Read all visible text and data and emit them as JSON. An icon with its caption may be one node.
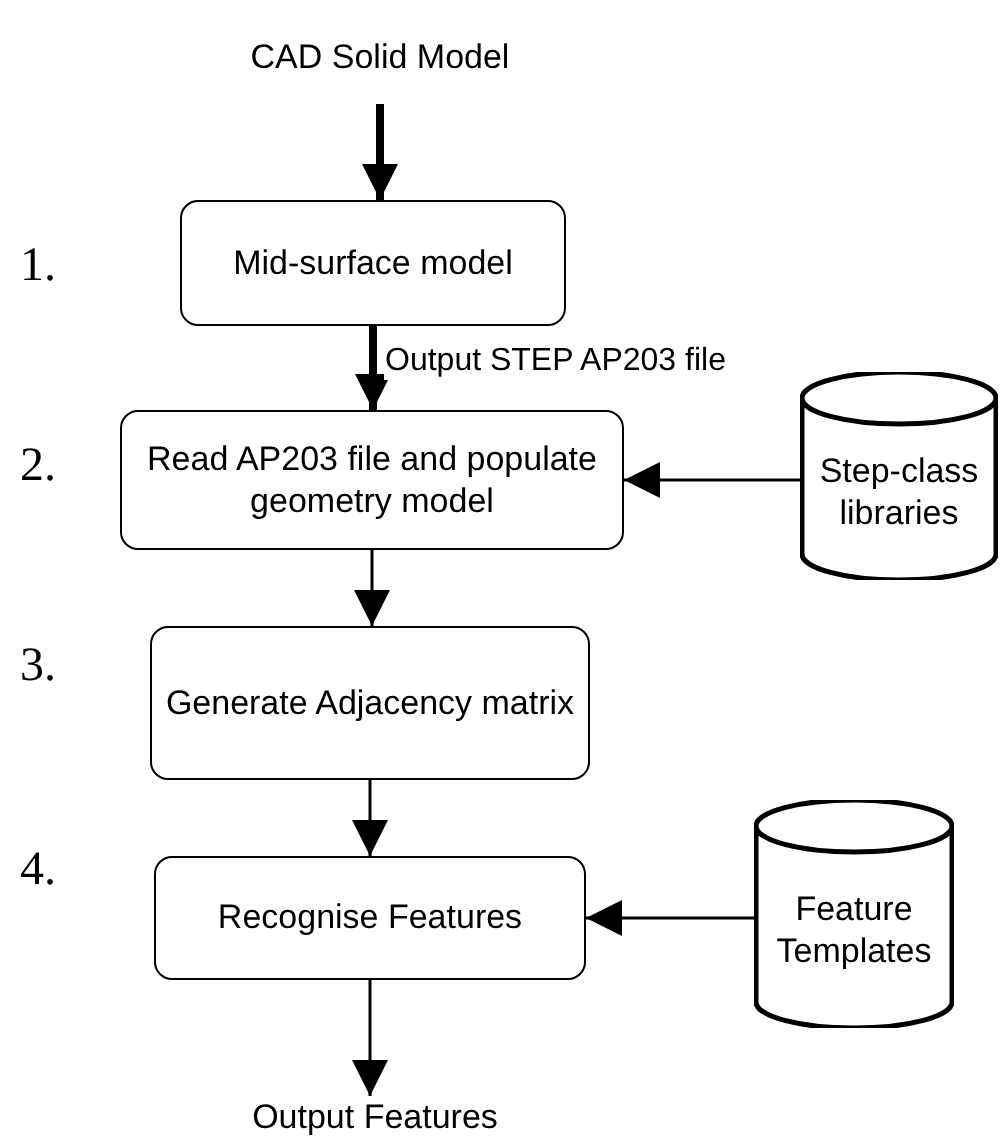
{
  "diagram": {
    "nodes": [
      {
        "text": [
          "CAD Solid Model"
        ]
      },
      {
        "text": [
          "Mid-surface model"
        ],
        "beside": [
          "1."
        ]
      },
      {
        "text": [
          "Read AP203 file and populate geometry model"
        ],
        "beside": [
          "2."
        ]
      },
      {
        "text": [
          "Step-class libraries"
        ]
      },
      {
        "text": [
          "Generate Adjacency matrix"
        ],
        "beside": [
          "3."
        ]
      },
      {
        "text": [
          "Recognise Features"
        ],
        "beside": [
          "4."
        ]
      },
      {
        "text": [
          "Feature Templates"
        ]
      },
      {
        "text": [
          "Output Features"
        ]
      }
    ],
    "edges": [
      {
        "from": 0,
        "to": 1,
        "arrow": "to",
        "style": "thick"
      },
      {
        "from": 1,
        "to": 2,
        "arrow": "to",
        "style": "thick",
        "label": "Output STEP AP203 file"
      },
      {
        "from": 3,
        "to": 2,
        "arrow": "to"
      },
      {
        "from": 2,
        "to": 4,
        "arrow": "to"
      },
      {
        "from": 4,
        "to": 5,
        "arrow": "to"
      },
      {
        "from": 6,
        "to": 5,
        "arrow": "to"
      },
      {
        "from": 5,
        "to": 7,
        "arrow": "to"
      }
    ]
  }
}
